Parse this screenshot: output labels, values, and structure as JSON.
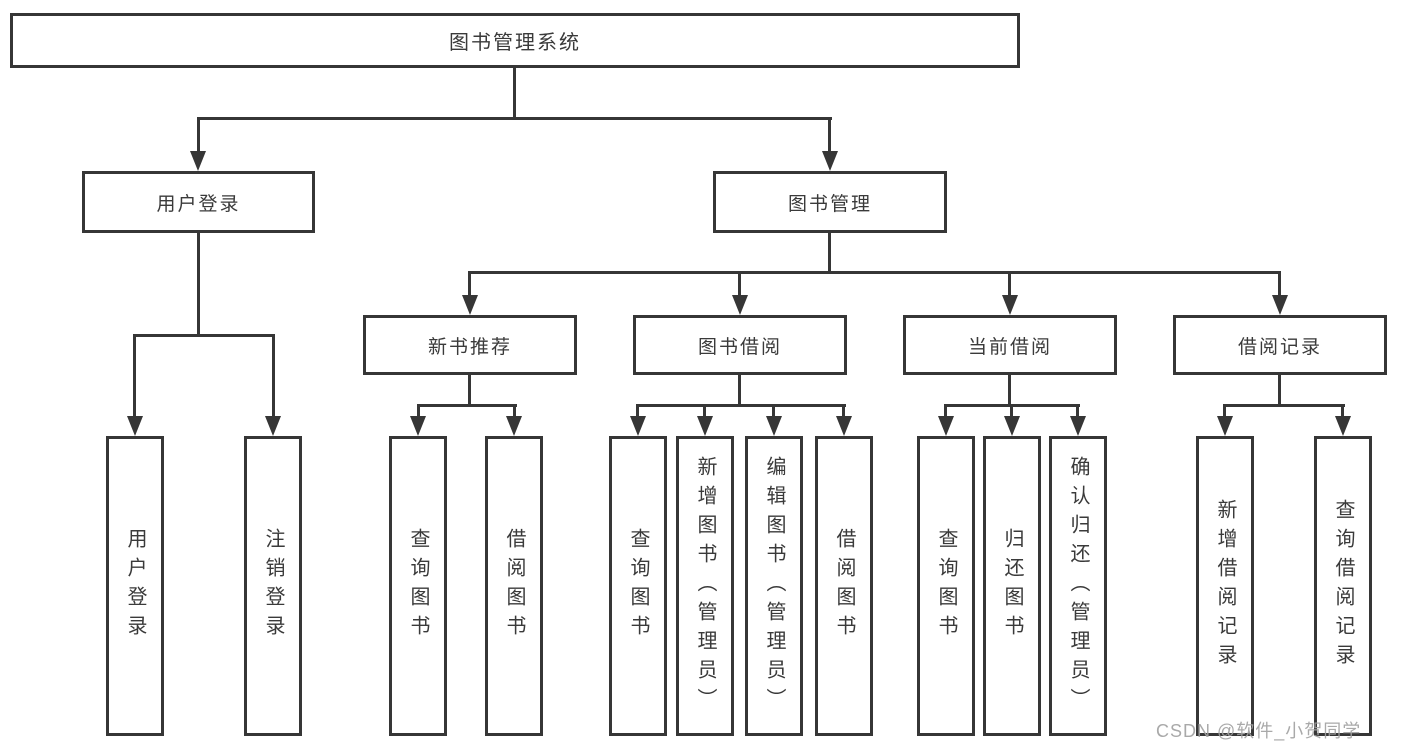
{
  "hierarchy": {
    "label": "图书管理系统",
    "children": [
      {
        "label": "用户登录",
        "children": [
          {
            "label": "用户登录"
          },
          {
            "label": "注销登录"
          }
        ]
      },
      {
        "label": "图书管理",
        "children": [
          {
            "label": "新书推荐",
            "children": [
              {
                "label": "查询图书"
              },
              {
                "label": "借阅图书"
              }
            ]
          },
          {
            "label": "图书借阅",
            "children": [
              {
                "label": "查询图书"
              },
              {
                "label": "新增图书（管理员）"
              },
              {
                "label": "编辑图书（管理员）"
              },
              {
                "label": "借阅图书"
              }
            ]
          },
          {
            "label": "当前借阅",
            "children": [
              {
                "label": "查询图书"
              },
              {
                "label": "归还图书"
              },
              {
                "label": "确认归还（管理员）"
              }
            ]
          },
          {
            "label": "借阅记录",
            "children": [
              {
                "label": "新增借阅记录"
              },
              {
                "label": "查询借阅记录"
              }
            ]
          }
        ]
      }
    ]
  },
  "watermark": {
    "text": "CSDN @软件_小贺同学"
  },
  "colors": {
    "line": "#363636",
    "text": "#3a3a3a",
    "background": "#ffffff",
    "watermark": "#a2a2a2"
  }
}
